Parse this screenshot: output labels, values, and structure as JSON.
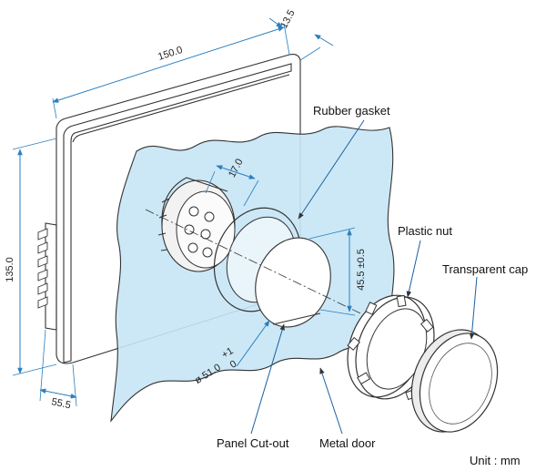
{
  "dimensions": {
    "width": "150.0",
    "depth": "13.5",
    "height": "135.0",
    "offset": "55.5",
    "connector": "17.0",
    "cutout_height": "45.5 ±0.5",
    "diameter_main": "ø 51.0",
    "diameter_tol_upper": "+1",
    "diameter_tol_lower": "0"
  },
  "labels": {
    "rubber_gasket": "Rubber gasket",
    "plastic_nut": "Plastic nut",
    "transparent_cap": "Transparent cap",
    "panel_cutout": "Panel Cut-out",
    "metal_door": "Metal door",
    "unit": "Unit : mm"
  },
  "colors": {
    "metal_door_fill": "#c6e6f5",
    "dimension_line": "#2a7fc0",
    "outline": "#333333"
  }
}
